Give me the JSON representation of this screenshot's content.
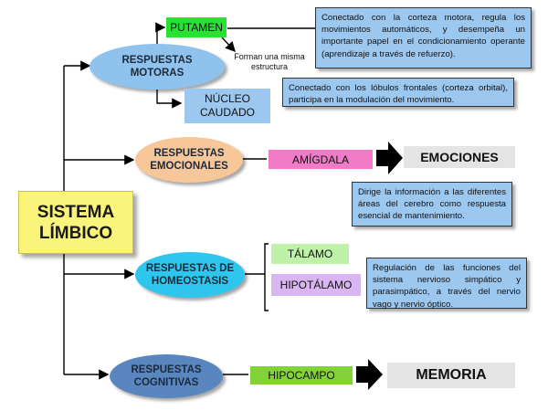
{
  "main_title": "SISTEMA LÍMBICO",
  "branches": {
    "motoras": "RESPUESTAS MOTORAS",
    "emocionales": "RESPUESTAS EMOCIONALES",
    "homeostasis": "RESPUESTAS DE HOMEOSTASIS",
    "cognitivas": "RESPUESTAS COGNITIVAS"
  },
  "nodes": {
    "putamen": "PUTAMEN",
    "nucleo_caudado": "NÚCLEO CAUDADO",
    "amigdala": "AMÍGDALA",
    "talamo": "TÁLAMO",
    "hipotalamo": "HIPOTÁLAMO",
    "hipocampo": "HIPOCAMPO"
  },
  "outcomes": {
    "emociones": "EMOCIONES",
    "memoria": "MEMORIA"
  },
  "notes": {
    "putamen_desc": "Conectado con la corteza motora, regula los movimientos automáticos, y desempeña un importante papel en el condicionamiento operante (aprendizaje a través de refuerzo).",
    "caudado_desc": "Conectado con los lóbulos frontales (corteza orbital), participa en la modulación del movimiento.",
    "amigdala_desc": "Dirige la información a las diferentes áreas del cerebro como respuesta esencial de mantenimiento.",
    "hipotalamo_desc": "Regulación de las funciones del sistema nervioso simpático y parasimpático, a través del nervio vago y nervio óptico.",
    "misma_estructura": "Forman una misma estructura"
  },
  "colors": {
    "main_box": "#fbf47a",
    "motoras": "#8fc3ee",
    "emocionales": "#f8c799",
    "homeostasis": "#2fc6ee",
    "cognitivas": "#5a86c0",
    "putamen": "#27e232",
    "nucleo_caudado": "#9cc7ef",
    "amigdala": "#f07cc8",
    "talamo": "#bff2a8",
    "hipotalamo": "#d9b6ef",
    "hipocampo": "#84d23a",
    "outcome": "#e4e4e4",
    "note": "#9cc7ef"
  }
}
